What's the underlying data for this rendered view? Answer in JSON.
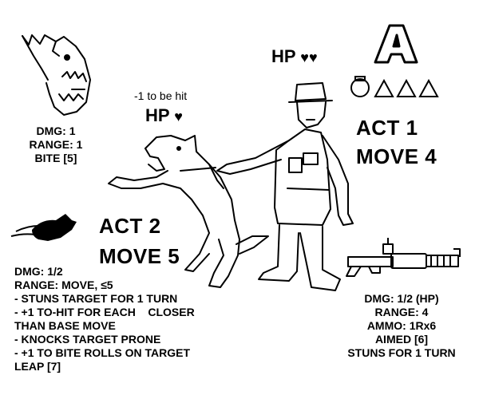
{
  "dog_attack": {
    "icon": "wolf-head-icon",
    "lines": [
      "DMG: 1",
      "RANGE: 1",
      "BITE [5]"
    ]
  },
  "dog": {
    "to_hit_modifier": "-1 to be hit",
    "hp_label": "HP",
    "hp_hearts": "♥",
    "act_label": "ACT 2",
    "move_label": "MOVE 5",
    "leap_icon": "leaping-dog-icon",
    "leap_lines": [
      "DMG: 1/2",
      "RANGE: MOVE, ≤5",
      "- STUNS TARGET FOR 1 TURN",
      "- +1 TO-HIT FOR EACH    CLOSER",
      "THAN BASE MOVE",
      "- KNOCKS TARGET PRONE",
      "- +1 TO BITE ROLLS ON TARGET",
      "LEAP [7]"
    ]
  },
  "soldier": {
    "hp_label": "HP",
    "hp_hearts": "♥♥",
    "rank_letter": "A",
    "act_label": "ACT 1",
    "move_label": "MOVE 4",
    "action_tokens": [
      "circle",
      "triangle",
      "triangle",
      "triangle"
    ],
    "weapon_icon": "grenade-launcher-icon",
    "weapon_lines": [
      "DMG: 1/2 (HP)",
      "RANGE: 4",
      "AMMO: 1Rx6",
      "AIMED [6]",
      "STUNS FOR 1 TURN"
    ]
  }
}
